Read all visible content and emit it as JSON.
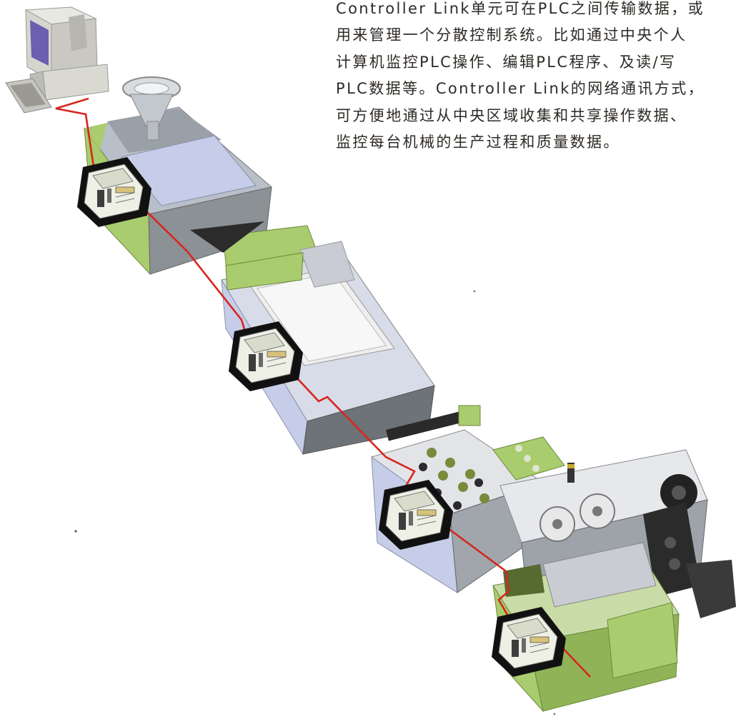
{
  "description": {
    "lines": [
      "Controller Link单元可在PLC之间传输数据，或",
      "用来管理一个分散控制系统。比如通过中央个人",
      "计算机监控PLC操作、编辑PLC程序、及读/写",
      "PLC数据等。Controller Link的网络通讯方式，",
      "可方便地通过从中央区域收集和共享操作数据、",
      "监控每台机械的生产过程和质量数据。"
    ]
  },
  "colors": {
    "network_cable": "#d7261e",
    "machine_green": "#a9cc6e",
    "machine_blue": "#c6cde8",
    "machine_gray": "#9a9ea3",
    "plc_body": "#eef0e6"
  },
  "nodes": [
    {
      "name": "central-pc",
      "icon": "computer-icon"
    },
    {
      "name": "machine-1",
      "icon": "hopper-machine-icon"
    },
    {
      "name": "machine-2",
      "icon": "conveyor-machine-icon"
    },
    {
      "name": "machine-3",
      "icon": "assembly-machine-icon"
    },
    {
      "name": "machine-4",
      "icon": "packing-machine-icon"
    }
  ]
}
